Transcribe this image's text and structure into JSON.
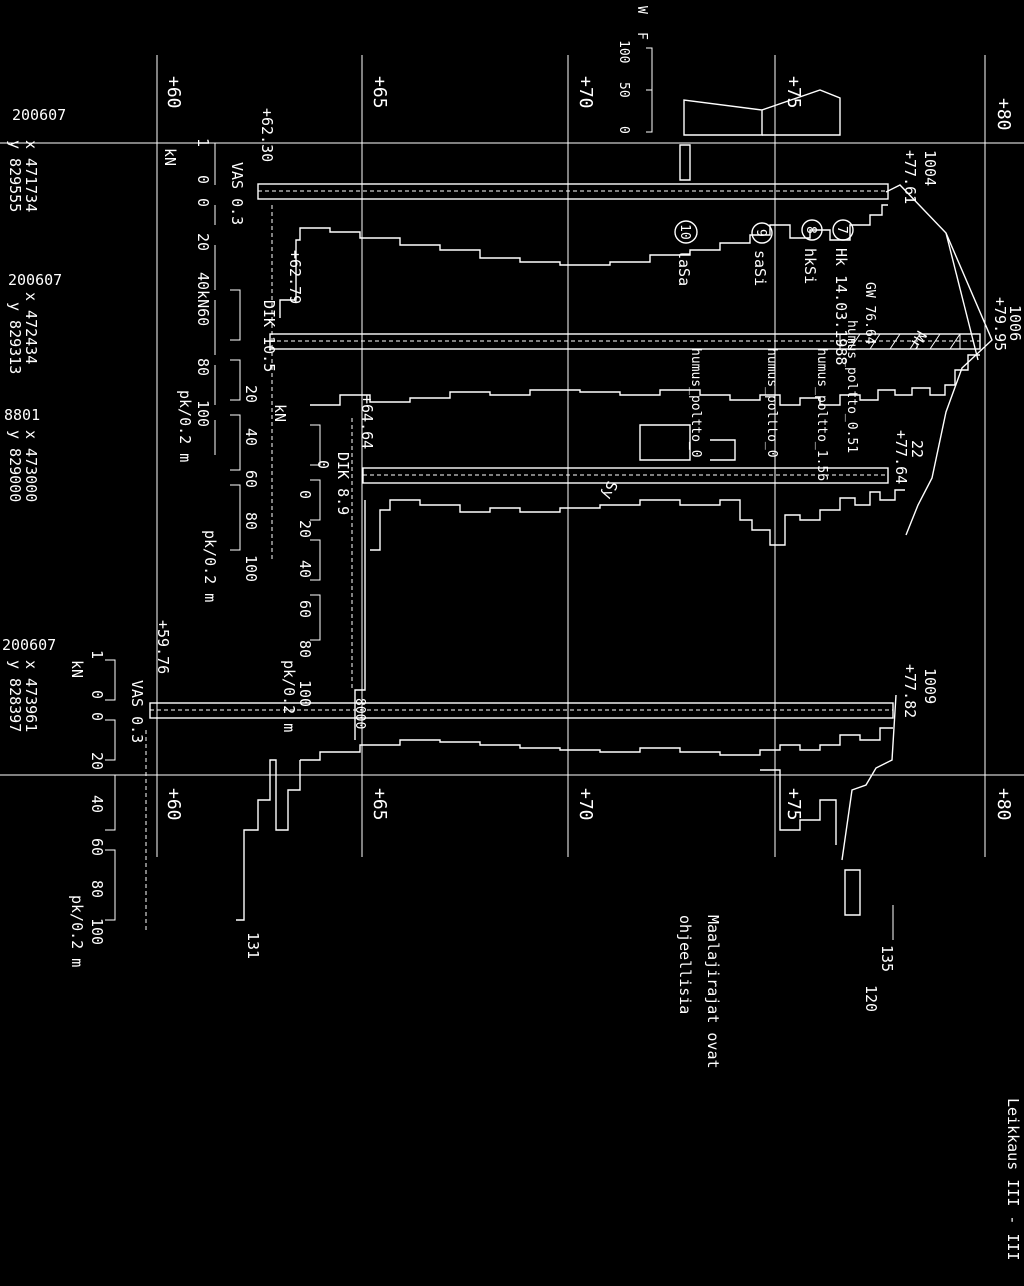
{
  "legend": {
    "letter_a": "W",
    "letter_b": "F",
    "scale_100": "100",
    "scale_50": "50",
    "scale_0": "0"
  },
  "elevations": {
    "top": [
      "+80",
      "+75",
      "+70",
      "+65",
      "+60"
    ],
    "bottom": [
      "+80",
      "+75",
      "+70",
      "+65",
      "+60"
    ]
  },
  "coordinates": [
    {
      "id": "200607",
      "x": "x  471734",
      "y": "y  829555"
    },
    {
      "id": "200607",
      "x": "x  472434",
      "y": "y  829313"
    },
    {
      "id": "8801",
      "x": "x  473000",
      "y": "y  829000"
    },
    {
      "id": "200607",
      "x": "x  473961",
      "y": "y  828397"
    }
  ],
  "boreholes": {
    "b1004": {
      "id": "1004",
      "elev": "+77.61"
    },
    "b1006": {
      "id": "1006",
      "elev": "+79.95"
    },
    "b22": {
      "id": "22",
      "elev": "+77.64"
    },
    "b1009": {
      "id": "1009",
      "elev": "+77.82"
    }
  },
  "soundings": {
    "s1": {
      "bottom": "+62.30",
      "vas": "VAS 0.3",
      "ticks": [
        "0",
        "0",
        "20",
        "40kN60",
        "80",
        "100"
      ],
      "unit": "pk/0.2 m",
      "kn": "kN",
      "one": "1"
    },
    "s2": {
      "bottom": "+62.79",
      "dik": "DIK 10.5",
      "kn": "kN",
      "ticks": [
        "20",
        "40",
        "60",
        "80",
        "100"
      ],
      "unit": "pk/0.2 m"
    },
    "s3": {
      "bottom": "+64.64",
      "dik": "DIK 8.9",
      "ticks": [
        "0",
        "0",
        "20",
        "40",
        "60",
        "80",
        "100"
      ],
      "unit": "pk/0.2 m"
    },
    "s4": {
      "bottom": "+59.76",
      "vas": "VAS 0.3",
      "kn": "kN",
      "one": "1",
      "ticks": [
        "0",
        "0",
        "20",
        "40",
        "60",
        "80",
        "100"
      ],
      "unit": "pk/0.2 m"
    }
  },
  "layers": [
    {
      "num": "7",
      "name": "Hk 14.03.1988"
    },
    {
      "num": "8",
      "name": "hkSi"
    },
    {
      "num": "9",
      "name": "saSi"
    },
    {
      "num": "10",
      "name": "laSa"
    }
  ],
  "annotations": {
    "gw": "GW  76.64",
    "humus1": "humus_poltto_0.51",
    "humus2": "humus_poltto_1.56",
    "humus3": "humus_poltto_0",
    "humus4": "humus_poltto_0",
    "sy": "Sy",
    "mr": "Mr",
    "r1": "135",
    "r2": "120",
    "r3": "131",
    "l8000": "8000",
    "note_line1": "Maalajirajat ovat",
    "note_line2": "ohjeellisia",
    "section_title": "Leikkaus III - III"
  }
}
